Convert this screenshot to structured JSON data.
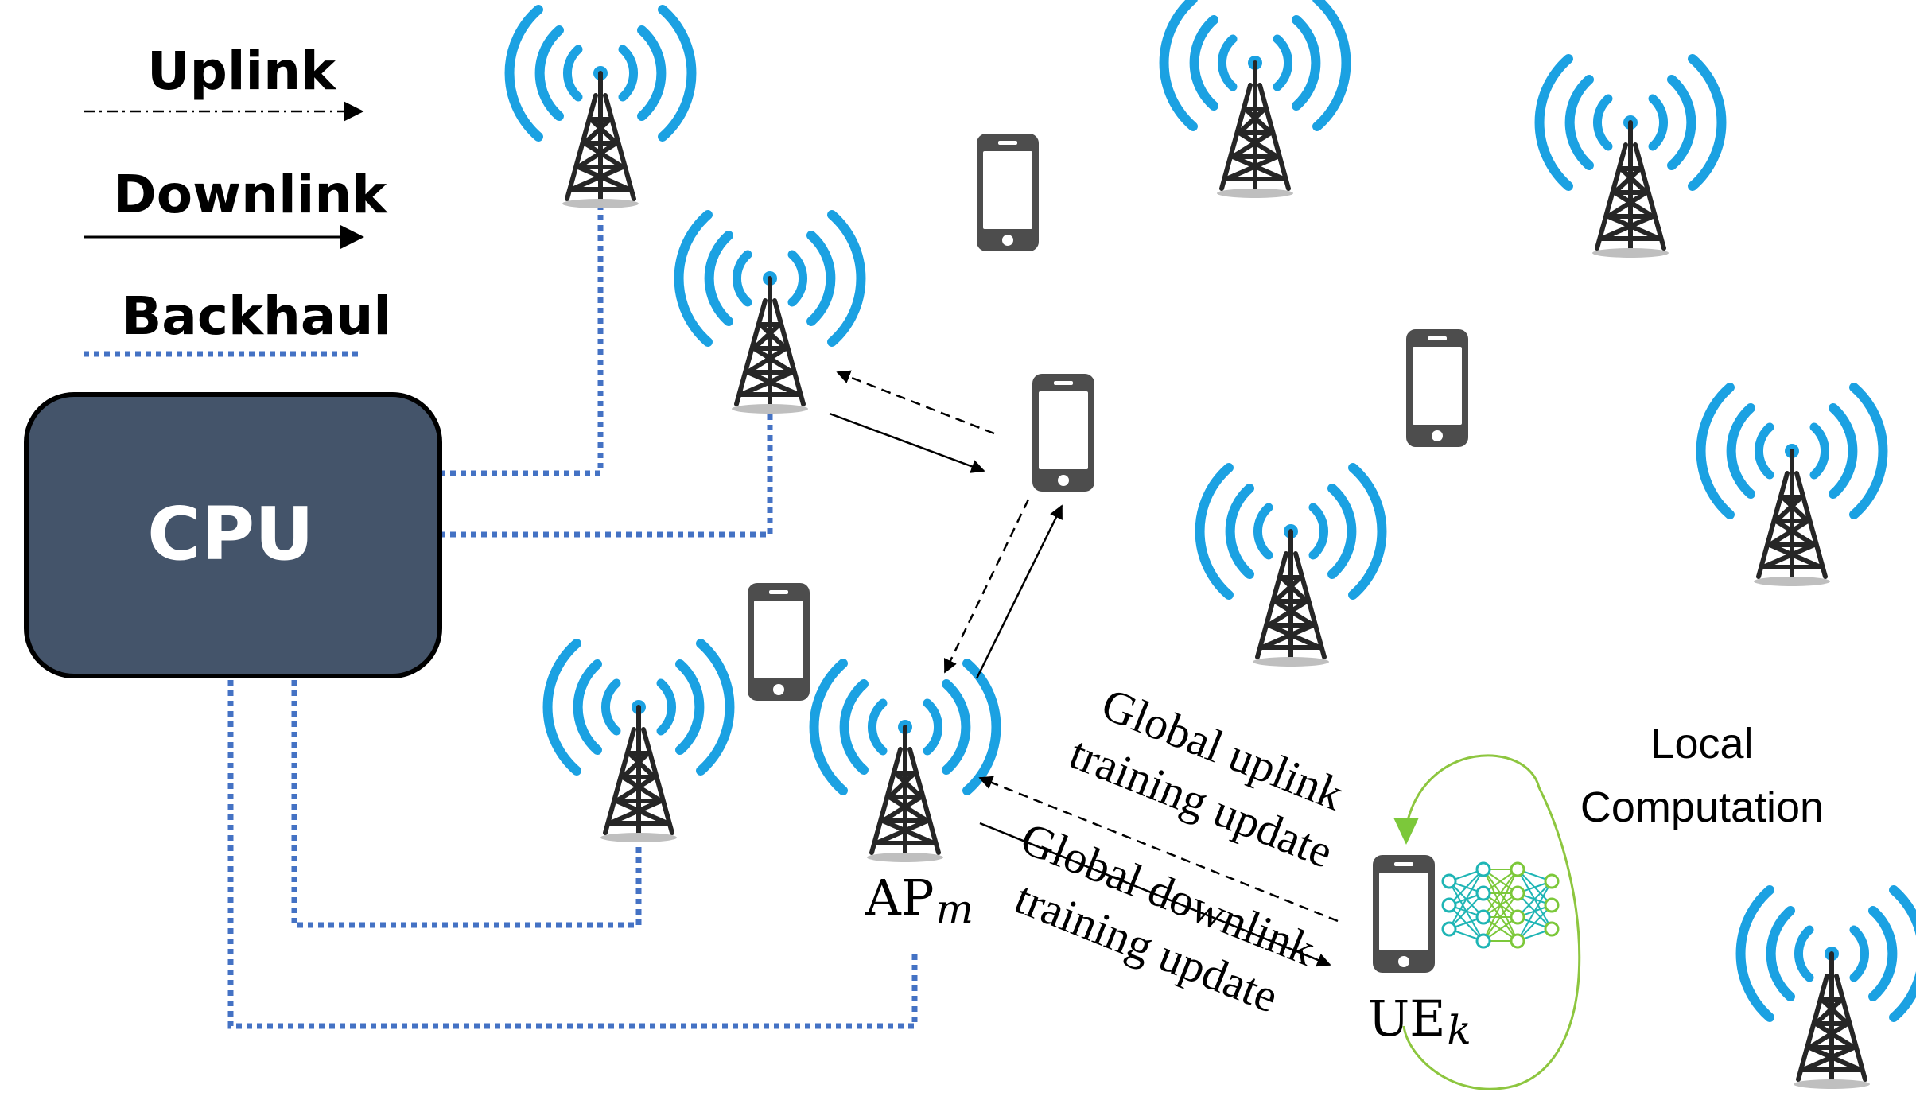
{
  "legend": {
    "uplink": "Uplink",
    "downlink": "Downlink",
    "backhaul": "Backhaul"
  },
  "cpu": {
    "label": "CPU"
  },
  "ap_label": {
    "base": "AP",
    "sub": "m"
  },
  "ue_label": {
    "base": "UE",
    "sub": "k"
  },
  "global_uplink": {
    "line1": "Global uplink",
    "line2": "training update"
  },
  "global_downlink": {
    "line1": "Global downlink",
    "line2": "training update"
  },
  "local_computation": {
    "line1": "Local",
    "line2": "Computation"
  },
  "colors": {
    "antenna_wave": "#1BA1E2",
    "tower": "#262626",
    "phone": "#4D4D4D",
    "cpu_fill": "#44546A",
    "backhaul": "#4472C4",
    "nn_green": "#7CC83A",
    "nn_teal": "#1FB5B5",
    "loop": "#8DC63F"
  }
}
